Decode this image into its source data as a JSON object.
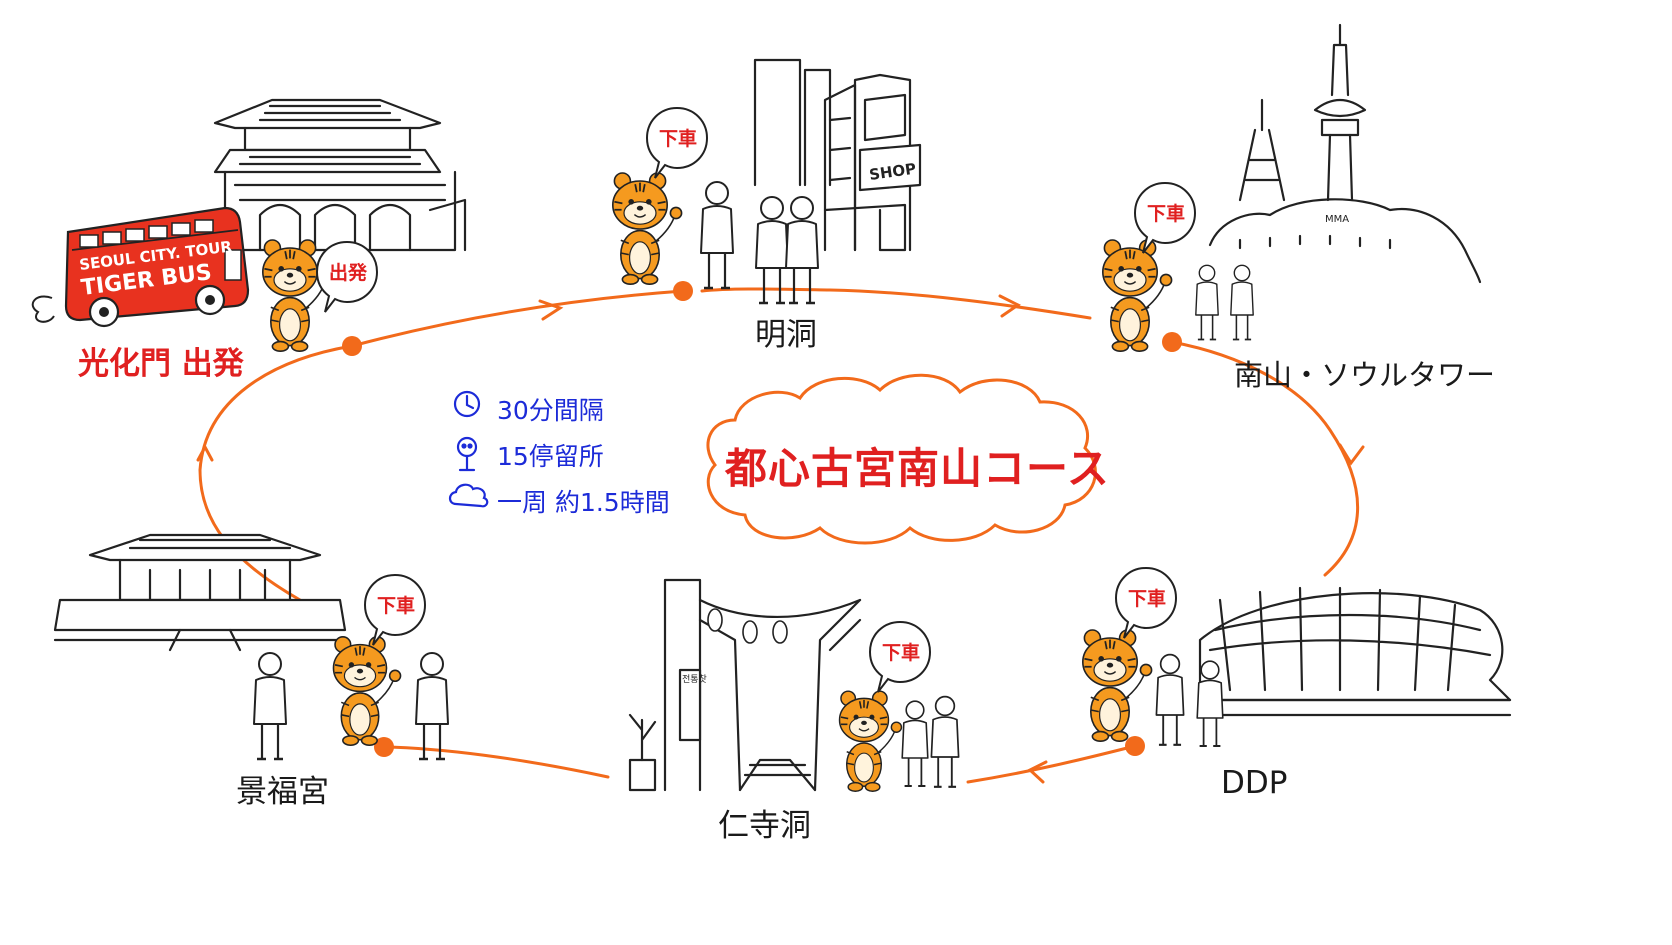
{
  "course_title": "都心古宮南山コース",
  "info": [
    {
      "icon": "clock-icon",
      "text": "30分間隔"
    },
    {
      "icon": "bus-stop-icon",
      "text": "15停留所"
    },
    {
      "icon": "cloud-icon",
      "text": "一周 約1.5時間"
    }
  ],
  "bus": {
    "line1": "SEOUL CITY. TOUR",
    "line2": "TIGER BUS"
  },
  "start": {
    "label": "光化門 出発",
    "bubble": "出発"
  },
  "stops": [
    {
      "name": "明洞",
      "bubble": "下車",
      "sign": "SHOP"
    },
    {
      "name": "南山・ソウルタワー",
      "bubble": "下車",
      "sign": "MMA"
    },
    {
      "name": "DDP",
      "bubble": "下車"
    },
    {
      "name": "仁寺洞",
      "bubble": "下車",
      "sign": "전통찻"
    },
    {
      "name": "景福宮",
      "bubble": "下車"
    }
  ],
  "colors": {
    "route": "#f26a1b",
    "label_red": "#e02020",
    "info_blue": "#1c2bd8",
    "tiger": "#f59a1f"
  }
}
